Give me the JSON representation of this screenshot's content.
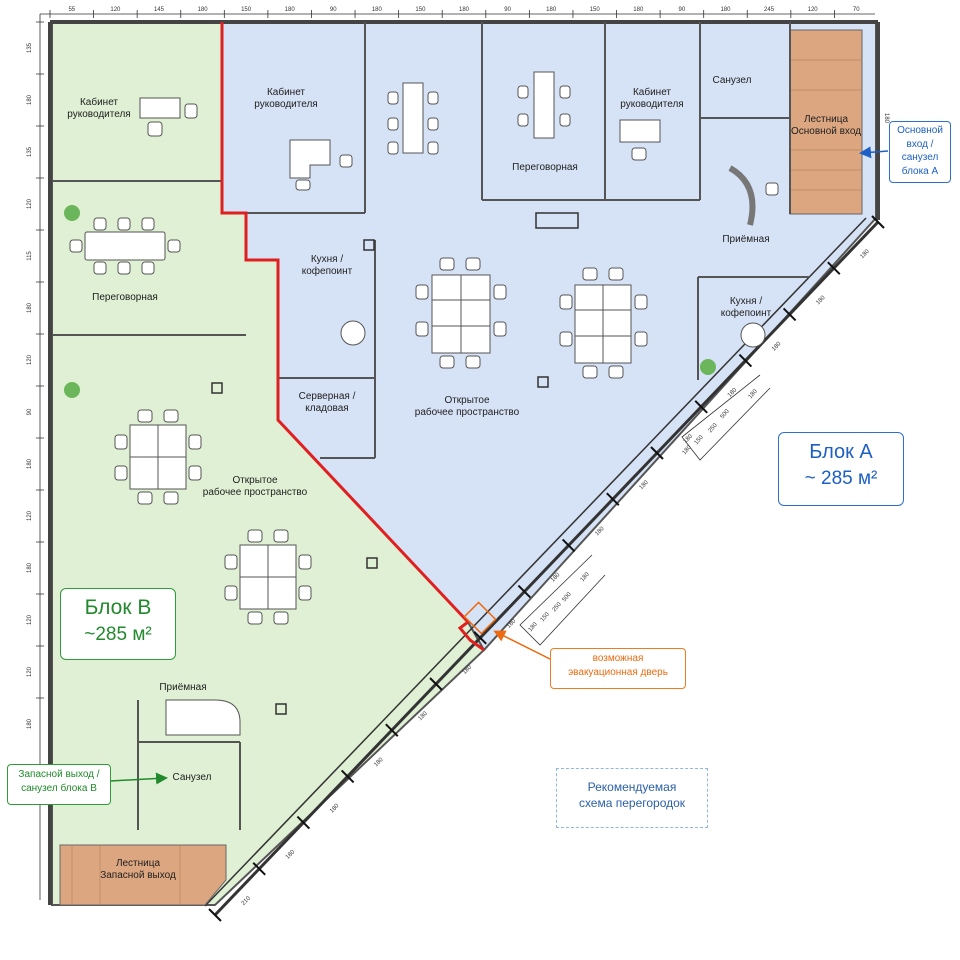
{
  "rooms": {
    "block_b": {
      "director_office": "Кабинет\nруководителя",
      "meeting_room": "Переговорная",
      "open_space": "Открытое\nрабочее пространство",
      "reception": "Приёмная",
      "wc": "Санузел",
      "spare_stairs": "Лестница\nЗапасной выход"
    },
    "block_a": {
      "director_office_1": "Кабинет\nруководителя",
      "meeting_room": "Переговорная",
      "director_office_2": "Кабинет\nруководителя",
      "wc": "Санузел",
      "main_stairs": "Лестница\nОсновной вход",
      "reception": "Приёмная",
      "kitchen": "Кухня /\nкофепоинт",
      "kitchen_2": "Кухня /\nкофепоинт",
      "server_room": "Серверная /\nкладовая",
      "open_space": "Открытое\nрабочее пространство"
    }
  },
  "callouts": {
    "block_a": {
      "title": "Блок А",
      "area": "~ 285 м²"
    },
    "block_b": {
      "title": "Блок В",
      "area": "~285 м²"
    },
    "main_entry": "Основной\nвход /\nсанузел\nблока А",
    "spare_exit": "Запасной выход /\nсанузел блока В",
    "evac_door": "возможная\nэвакуационная дверь",
    "scheme": "Рекомендуемая\nсхема перегородок"
  },
  "dimensions": {
    "top": [
      "55",
      "120",
      "145",
      "180",
      "150",
      "180",
      "90",
      "180",
      "150",
      "180",
      "90",
      "180",
      "150",
      "180",
      "90",
      "180",
      "245",
      "120",
      "70"
    ],
    "left": [
      "135",
      "180",
      "135",
      "120",
      "115",
      "180",
      "120",
      "90",
      "180",
      "120",
      "180",
      "120",
      "120",
      "180"
    ],
    "diagonal": [
      "180",
      "180",
      "180",
      "180",
      "180",
      "180",
      "180",
      "180",
      "180",
      "180",
      "180",
      "180",
      "180",
      "180",
      "210"
    ],
    "upper_steps": [
      "180",
      "500",
      "250",
      "150",
      "180"
    ],
    "lower_steps": [
      "180",
      "500",
      "250",
      "150",
      "180"
    ],
    "right_edge": "180"
  },
  "colors": {
    "block_a_fill": "#d6e2f5",
    "block_b_fill": "#dff0d4",
    "partition": "#e02020",
    "stairs": "#dca680",
    "block_a_accent": "#1d5fc4",
    "block_b_accent": "#228a2d",
    "evac_accent": "#ee6a10"
  }
}
